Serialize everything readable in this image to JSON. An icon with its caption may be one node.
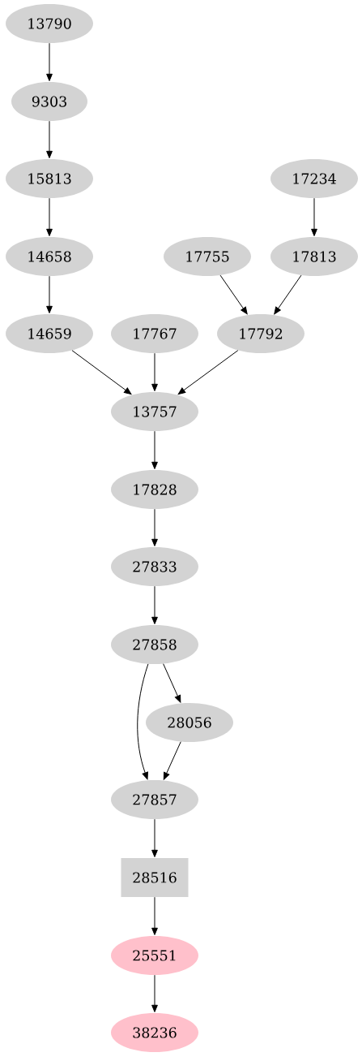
{
  "diagram": {
    "nodes": [
      {
        "text": [
          "13790"
        ]
      },
      {
        "text": [
          "9303"
        ]
      },
      {
        "text": [
          "15813"
        ]
      },
      {
        "text": [
          "17234"
        ]
      },
      {
        "text": [
          "14658"
        ]
      },
      {
        "text": [
          "17755"
        ]
      },
      {
        "text": [
          "17813"
        ]
      },
      {
        "text": [
          "14659"
        ]
      },
      {
        "text": [
          "17767"
        ]
      },
      {
        "text": [
          "17792"
        ]
      },
      {
        "text": [
          "13757"
        ]
      },
      {
        "text": [
          "17828"
        ]
      },
      {
        "text": [
          "27833"
        ]
      },
      {
        "text": [
          "27858"
        ]
      },
      {
        "text": [
          "28056"
        ]
      },
      {
        "text": [
          "27857"
        ]
      },
      {
        "text": [
          "28516"
        ]
      },
      {
        "text": [
          "25551"
        ]
      },
      {
        "text": [
          "38236"
        ]
      }
    ],
    "edges": [
      {
        "from": 0,
        "to": 1,
        "arrow": "to"
      },
      {
        "from": 1,
        "to": 2,
        "arrow": "to"
      },
      {
        "from": 3,
        "to": 6,
        "arrow": "to"
      },
      {
        "from": 2,
        "to": 4,
        "arrow": "to"
      },
      {
        "from": 4,
        "to": 7,
        "arrow": "to"
      },
      {
        "from": 5,
        "to": 9,
        "arrow": "to"
      },
      {
        "from": 6,
        "to": 9,
        "arrow": "to"
      },
      {
        "from": 7,
        "to": 10,
        "arrow": "to"
      },
      {
        "from": 8,
        "to": 10,
        "arrow": "to"
      },
      {
        "from": 9,
        "to": 10,
        "arrow": "to"
      },
      {
        "from": 10,
        "to": 11,
        "arrow": "to"
      },
      {
        "from": 11,
        "to": 12,
        "arrow": "to"
      },
      {
        "from": 12,
        "to": 13,
        "arrow": "to"
      },
      {
        "from": 13,
        "to": 15,
        "arrow": "to"
      },
      {
        "from": 13,
        "to": 14,
        "arrow": "to"
      },
      {
        "from": 14,
        "to": 15,
        "arrow": "to"
      },
      {
        "from": 15,
        "to": 16,
        "arrow": "to"
      },
      {
        "from": 16,
        "to": 17,
        "arrow": "to"
      },
      {
        "from": 17,
        "to": 18,
        "arrow": "to"
      }
    ]
  }
}
